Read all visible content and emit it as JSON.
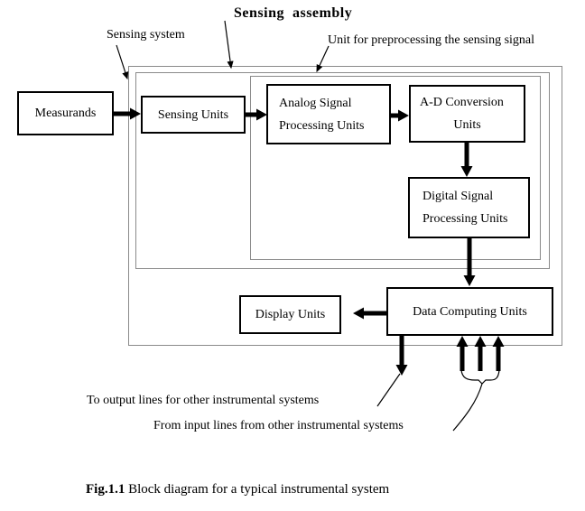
{
  "title": "Sensing  assembly",
  "labels": {
    "sensing_system": "Sensing system",
    "preprocessing_unit": "Unit for preprocessing the sensing signal",
    "to_output": "To output lines for other instrumental systems",
    "from_input": "From input lines from other instrumental systems"
  },
  "boxes": {
    "measurands": "Measurands",
    "sensing_units": "Sensing Units",
    "analog_line1": "Analog Signal",
    "analog_line2": "Processing Units",
    "ad_line1": "A-D Conversion",
    "ad_line2": "Units",
    "digital_line1": "Digital Signal",
    "digital_line2": "Processing Units",
    "data_computing": "Data Computing Units",
    "display": "Display Units"
  },
  "caption": {
    "bold": "Fig.1.1",
    "rest": " Block diagram for a typical instrumental system"
  },
  "colors": {
    "unit_border": "#000000",
    "container_border": "#8a8a8a",
    "arrow": "#000000",
    "background": "#ffffff"
  }
}
